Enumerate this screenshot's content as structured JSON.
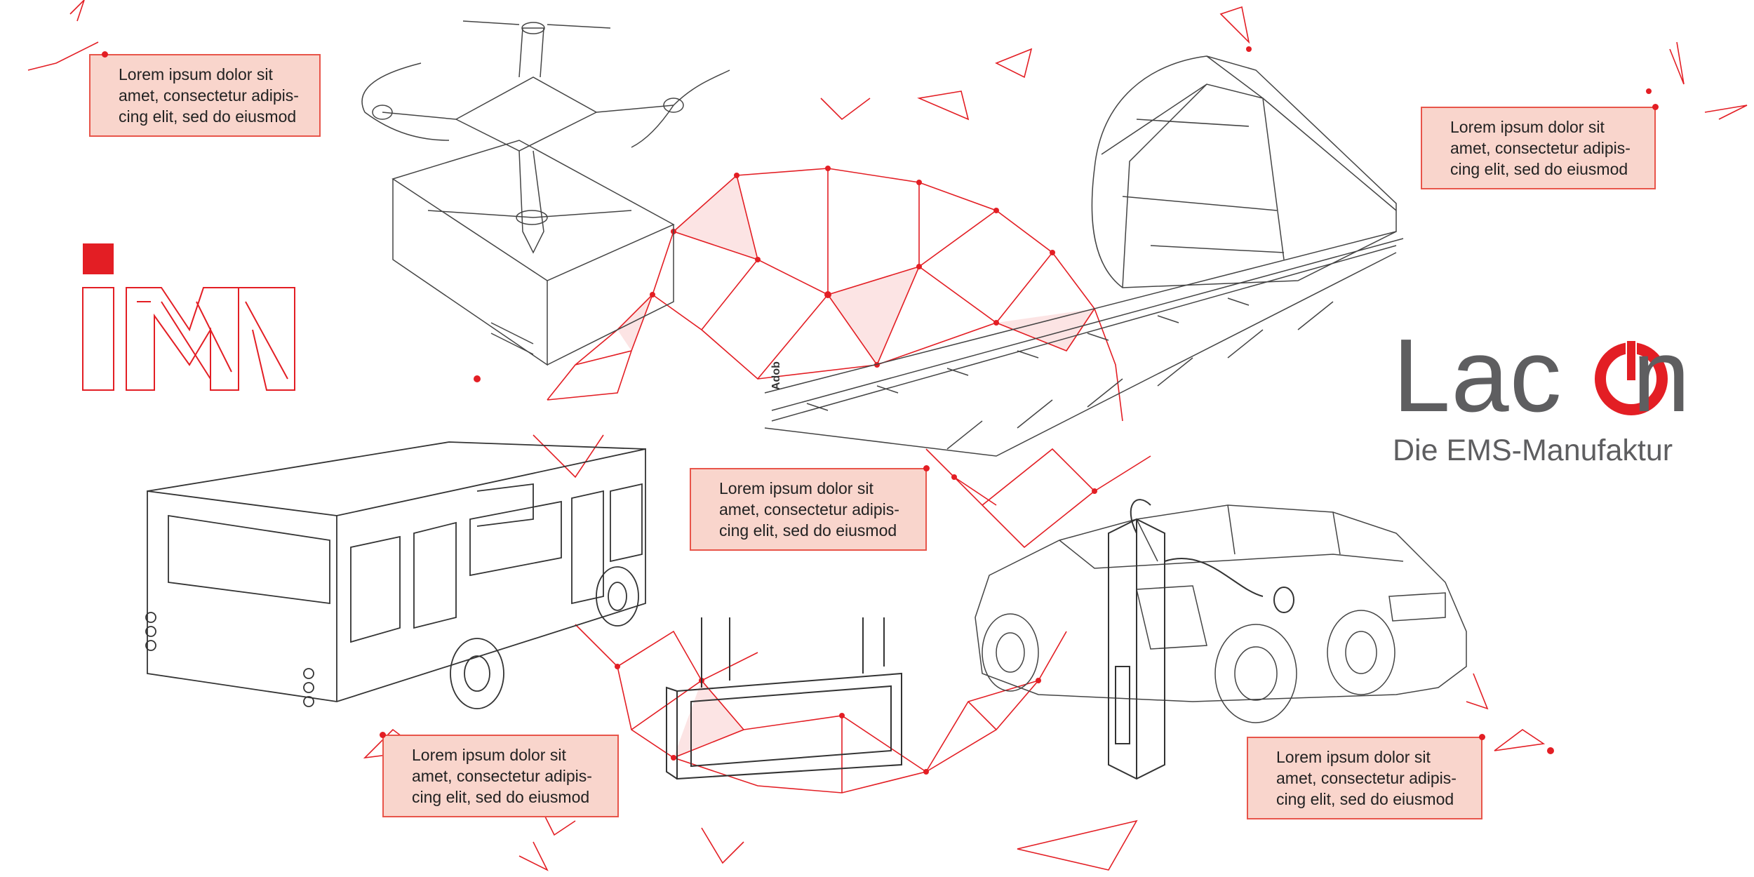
{
  "callouts": [
    {
      "line1": "Lorem ipsum dolor sit",
      "line2": "amet, consectetur adipis-",
      "line3": "cing elit, sed do eiusmod"
    },
    {
      "line1": "Lorem ipsum dolor sit",
      "line2": "amet, consectetur adipis-",
      "line3": "cing elit, sed do eiusmod"
    },
    {
      "line1": "Lorem ipsum dolor sit",
      "line2": "amet, consectetur adipis-",
      "line3": "cing elit, sed do eiusmod"
    },
    {
      "line1": "Lorem ipsum dolor sit",
      "line2": "amet, consectetur adipis-",
      "line3": "cing elit, sed do eiusmod"
    },
    {
      "line1": "Lorem ipsum dolor sit",
      "line2": "amet, consectetur adipis-",
      "line3": "cing elit, sed do eiusmod"
    }
  ],
  "brand": {
    "name_part1": "Lac",
    "name_o": "o",
    "name_part2": "n",
    "tagline": "Die EMS-Manufaktur"
  },
  "logo_left": {
    "text": "IM",
    "color": "#e31e24"
  },
  "watermark": "Adob",
  "colors": {
    "accent": "#e31e24",
    "callout_bg": "#f9d5cc",
    "brand_gray": "#5e5e60",
    "line_art": "#444444"
  },
  "icons": [
    "drone-icon",
    "train-icon",
    "bus-icon",
    "car-icon",
    "charging-station-icon",
    "display-panel-icon"
  ]
}
